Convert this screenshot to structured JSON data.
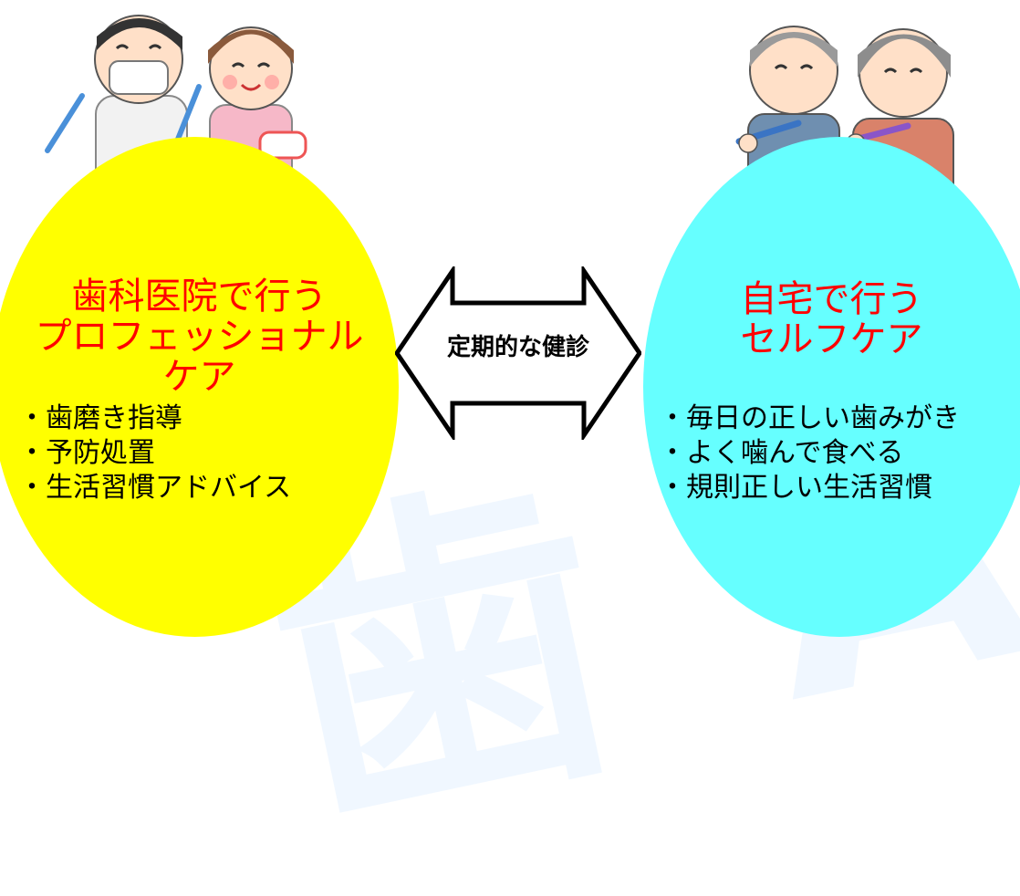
{
  "left": {
    "title_lines": [
      "歯科医院で行う",
      "プロフェッショナル",
      "ケア"
    ],
    "items": [
      "歯磨き指導",
      "予防処置",
      "生活習慣アドバイス"
    ],
    "color": "#ffff00",
    "illustration": "dentist-and-hygienist-illustration"
  },
  "right": {
    "title_lines": [
      "自宅で行う",
      "セルフケア"
    ],
    "items": [
      "毎日の正しい歯みがき",
      "よく噛んで食べる",
      "規則正しい生活習慣"
    ],
    "color": "#66ffff",
    "illustration": "elderly-couple-brushing-illustration"
  },
  "center": {
    "label": "定期的な健診",
    "icon": "double-arrow-icon"
  },
  "title_color": "#ff0000"
}
